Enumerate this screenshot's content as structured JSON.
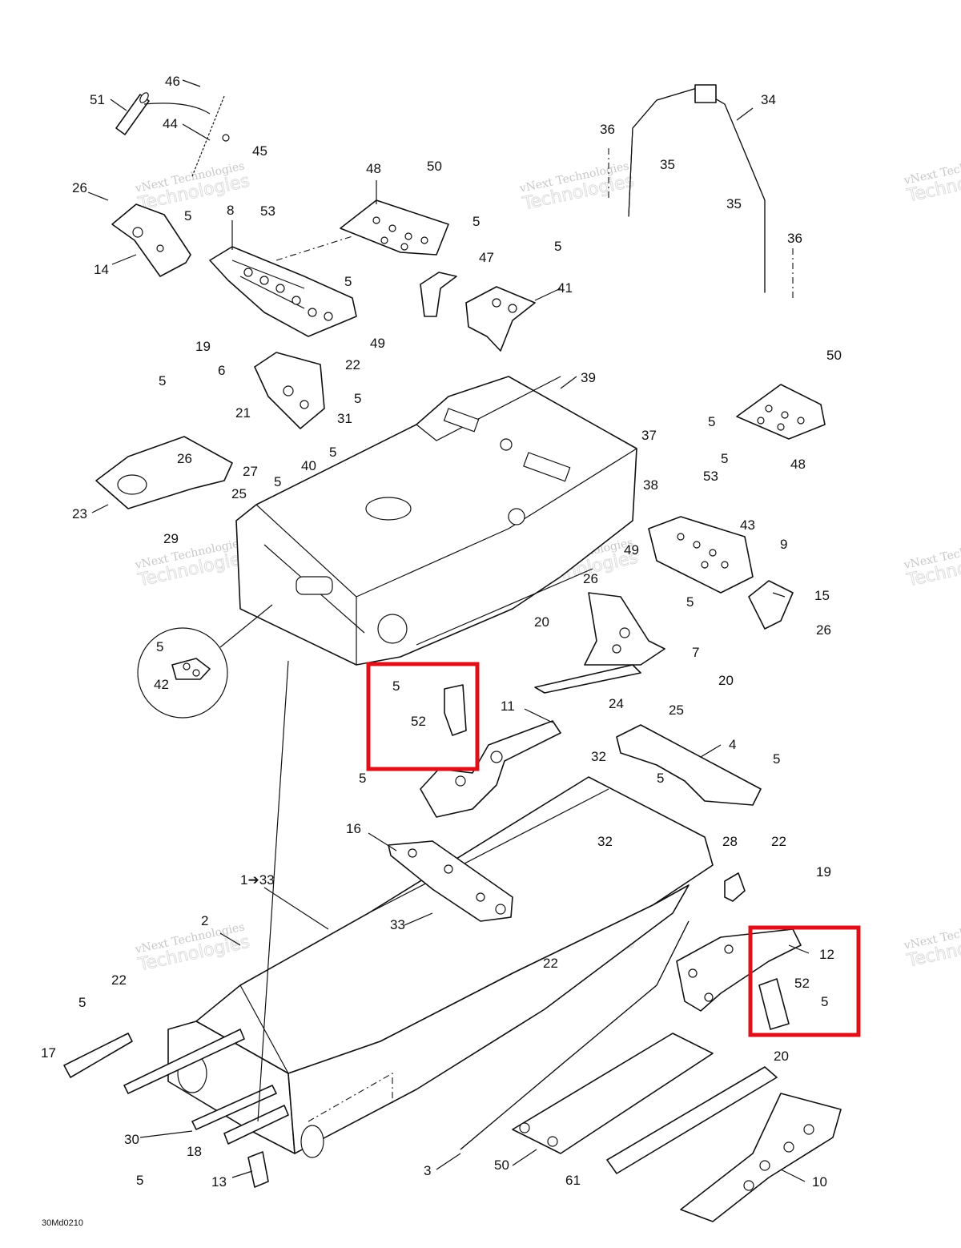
{
  "diagram": {
    "figure_code": "30Md0210",
    "watermark": {
      "line1": "vNext Technologies",
      "line2": "Technologies"
    },
    "highlight_color": "#e0101a",
    "callouts": [
      {
        "id": "c51",
        "text": "51"
      },
      {
        "id": "c46",
        "text": "46"
      },
      {
        "id": "c44",
        "text": "44"
      },
      {
        "id": "c45",
        "text": "45"
      },
      {
        "id": "c26a",
        "text": "26"
      },
      {
        "id": "c5a",
        "text": "5"
      },
      {
        "id": "c14",
        "text": "14"
      },
      {
        "id": "c8",
        "text": "8"
      },
      {
        "id": "c53a",
        "text": "53"
      },
      {
        "id": "c48a",
        "text": "48"
      },
      {
        "id": "c50a",
        "text": "50"
      },
      {
        "id": "c5b",
        "text": "5"
      },
      {
        "id": "c49a",
        "text": "49"
      },
      {
        "id": "c5c",
        "text": "5"
      },
      {
        "id": "c47",
        "text": "47"
      },
      {
        "id": "c5d",
        "text": "5"
      },
      {
        "id": "c41",
        "text": "41"
      },
      {
        "id": "c36a",
        "text": "36"
      },
      {
        "id": "c34",
        "text": "34"
      },
      {
        "id": "c35a",
        "text": "35"
      },
      {
        "id": "c35b",
        "text": "35"
      },
      {
        "id": "c36b",
        "text": "36"
      },
      {
        "id": "c19a",
        "text": "19"
      },
      {
        "id": "c22a",
        "text": "22"
      },
      {
        "id": "c6",
        "text": "6"
      },
      {
        "id": "c5e",
        "text": "5"
      },
      {
        "id": "c21",
        "text": "21"
      },
      {
        "id": "c5f",
        "text": "5"
      },
      {
        "id": "c31",
        "text": "31"
      },
      {
        "id": "c39",
        "text": "39"
      },
      {
        "id": "c50b",
        "text": "50"
      },
      {
        "id": "c5g",
        "text": "5"
      },
      {
        "id": "c37",
        "text": "37"
      },
      {
        "id": "c5h",
        "text": "5"
      },
      {
        "id": "c48b",
        "text": "48"
      },
      {
        "id": "c26b",
        "text": "26"
      },
      {
        "id": "c27",
        "text": "27"
      },
      {
        "id": "c25a",
        "text": "25"
      },
      {
        "id": "c23",
        "text": "23"
      },
      {
        "id": "c5i",
        "text": "5"
      },
      {
        "id": "c40",
        "text": "40"
      },
      {
        "id": "c5j",
        "text": "5"
      },
      {
        "id": "c38",
        "text": "38"
      },
      {
        "id": "c53b",
        "text": "53"
      },
      {
        "id": "c43",
        "text": "43"
      },
      {
        "id": "c29",
        "text": "29"
      },
      {
        "id": "c49b",
        "text": "49"
      },
      {
        "id": "c9",
        "text": "9"
      },
      {
        "id": "c26c",
        "text": "26"
      },
      {
        "id": "c15",
        "text": "15"
      },
      {
        "id": "c5k",
        "text": "5"
      },
      {
        "id": "c26d",
        "text": "26"
      },
      {
        "id": "c20a",
        "text": "20"
      },
      {
        "id": "c7",
        "text": "7"
      },
      {
        "id": "c5l",
        "text": "5"
      },
      {
        "id": "c42",
        "text": "42"
      },
      {
        "id": "c20b",
        "text": "20"
      },
      {
        "id": "c5m",
        "text": "5"
      },
      {
        "id": "c52a",
        "text": "52"
      },
      {
        "id": "c24",
        "text": "24"
      },
      {
        "id": "c25b",
        "text": "25"
      },
      {
        "id": "c11",
        "text": "11"
      },
      {
        "id": "c4",
        "text": "4"
      },
      {
        "id": "c32a",
        "text": "32"
      },
      {
        "id": "c5n",
        "text": "5"
      },
      {
        "id": "c5o",
        "text": "5"
      },
      {
        "id": "c5p",
        "text": "5"
      },
      {
        "id": "c16",
        "text": "16"
      },
      {
        "id": "c32b",
        "text": "32"
      },
      {
        "id": "c28",
        "text": "28"
      },
      {
        "id": "c22b",
        "text": "22"
      },
      {
        "id": "c1to33",
        "text": "1➔33"
      },
      {
        "id": "c19b",
        "text": "19"
      },
      {
        "id": "c33",
        "text": "33"
      },
      {
        "id": "c2",
        "text": "2"
      },
      {
        "id": "c12",
        "text": "12"
      },
      {
        "id": "c22c",
        "text": "22"
      },
      {
        "id": "c22d",
        "text": "22"
      },
      {
        "id": "c52b",
        "text": "52"
      },
      {
        "id": "c5q",
        "text": "5"
      },
      {
        "id": "c5r",
        "text": "5"
      },
      {
        "id": "c17",
        "text": "17"
      },
      {
        "id": "c20c",
        "text": "20"
      },
      {
        "id": "c30",
        "text": "30"
      },
      {
        "id": "c18",
        "text": "18"
      },
      {
        "id": "c3",
        "text": "3"
      },
      {
        "id": "c50c",
        "text": "50"
      },
      {
        "id": "c5s",
        "text": "5"
      },
      {
        "id": "c13",
        "text": "13"
      },
      {
        "id": "c61",
        "text": "61"
      },
      {
        "id": "c10",
        "text": "10"
      }
    ]
  }
}
